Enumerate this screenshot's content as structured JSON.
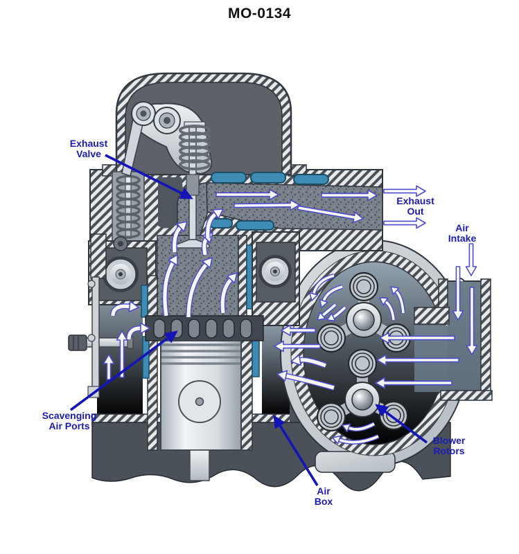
{
  "title": "MO-0134",
  "labels": {
    "exhaust_valve": {
      "line1": "Exhaust",
      "line2": "Valve"
    },
    "exhaust_out": {
      "line1": "Exhaust",
      "line2": "Out"
    },
    "air_intake": {
      "line1": "Air",
      "line2": "Intake"
    },
    "scavenging_air_ports": {
      "line1": "Scavenging",
      "line2": "Air Ports"
    },
    "blower_rotors": {
      "line1": "Blower",
      "line2": "Rotors"
    },
    "air_box": {
      "line1": "Air",
      "line2": "Box"
    }
  },
  "colors": {
    "title_text": "#111111",
    "label_text": "#1b1bb3",
    "leader_arrow": "#1414b8",
    "flow_arrow_outline": "#4d4dcc",
    "coolant_passage": "#3e8bb3",
    "engine_metal_light": "#cfd5d9",
    "engine_metal_dark": "#575d64",
    "air_chamber": "#8496a6"
  }
}
